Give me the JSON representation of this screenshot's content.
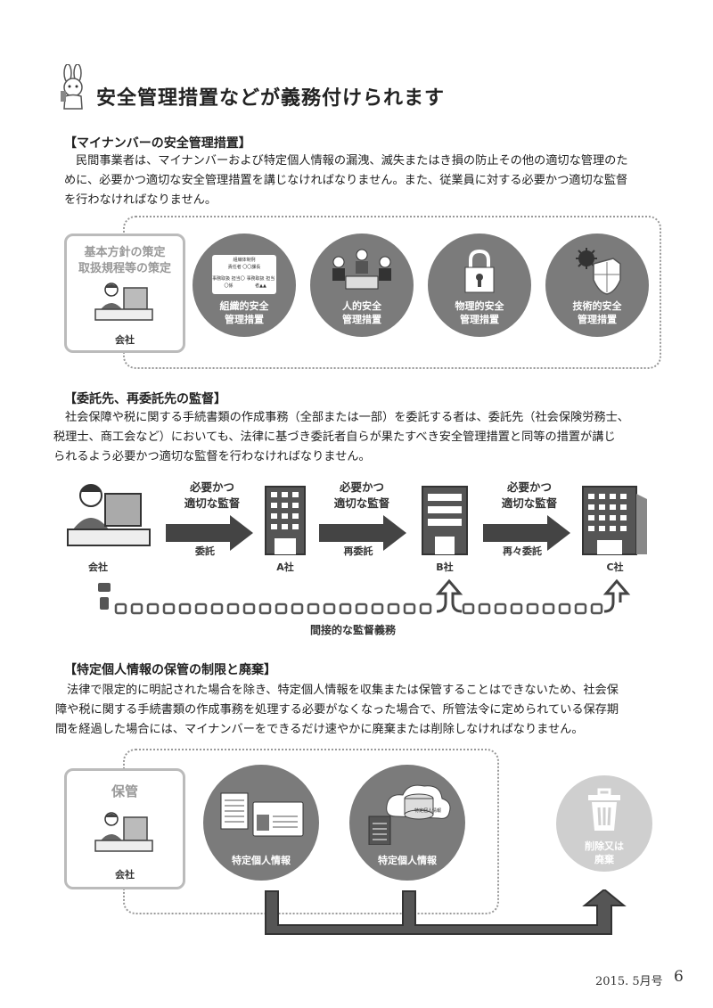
{
  "header": {
    "title": "安全管理措置などが義務付けられます"
  },
  "section1": {
    "heading": "【マイナンバーの安全管理措置】",
    "lines": [
      "民間事業者は、マイナンバーおよび特定個人情報の漏洩、滅失またはき損の防止その他の適切な管理のた",
      "めに、必要かつ適切な安全管理措置を講じなければなりません。また、従業員に対する必要かつ適切な監督",
      "を行わなければなりません。"
    ],
    "company_box": {
      "label_line1": "基本方針の策定",
      "label_line2": "取扱規程等の策定",
      "caption": "会社"
    },
    "org_chart": [
      "組織体制例",
      "責任者 〇〇課長",
      "事務取扱 担当〇〇係",
      "事務取扱 担当者▲▲"
    ],
    "measures": [
      {
        "line1": "組織的安全",
        "line2": "管理措置"
      },
      {
        "line1": "人的安全",
        "line2": "管理措置"
      },
      {
        "line1": "物理的安全",
        "line2": "管理措置"
      },
      {
        "line1": "技術的安全",
        "line2": "管理措置"
      }
    ]
  },
  "section2": {
    "heading": "【委託先、再委託先の監督】",
    "lines": [
      "社会保障や税に関する手続書類の作成事務（全部または一部）を委託する者は、委託先（社会保険労務士、",
      "税理士、商工会など）においても、法律に基づき委託者自らが果たすべき安全管理措置と同等の措置が講じ",
      "られるよう必要かつ適切な監督を行わなければなりません。"
    ],
    "entities": [
      "会社",
      "A社",
      "B社",
      "C社"
    ],
    "arrows": [
      {
        "top1": "必要かつ",
        "top2": "適切な監督",
        "bottom": "委託"
      },
      {
        "top1": "必要かつ",
        "top2": "適切な監督",
        "bottom": "再委託"
      },
      {
        "top1": "必要かつ",
        "top2": "適切な監督",
        "bottom": "再々委託"
      }
    ],
    "indirect_label": "間接的な監督義務"
  },
  "section3": {
    "heading": "【特定個人情報の保管の制限と廃棄】",
    "lines": [
      "法律で限定的に明記された場合を除き、特定個人情報を収集または保管することはできないため、社会保",
      "障や税に関する手続書類の作成事務を処理する必要がなくなった場合で、所管法令に定められている保存期",
      "間を経過した場合には、マイナンバーをできるだけ速やかに廃棄または削除しなければなりません。"
    ],
    "store_box": {
      "label": "保管",
      "caption": "会社"
    },
    "info_items": [
      {
        "label": "特定個人情報"
      },
      {
        "label": "特定個人情報"
      }
    ],
    "db_label": "特定個人情報",
    "dispose": {
      "line1": "削除又は",
      "line2": "廃棄"
    }
  },
  "footer": {
    "issue": "2015. 5月号",
    "page": "6"
  }
}
